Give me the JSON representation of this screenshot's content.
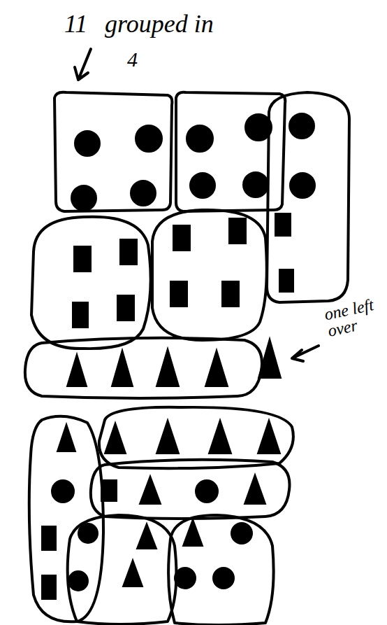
{
  "diagram": {
    "labels": [
      "11",
      "grouped in",
      "4",
      "one left over"
    ]
  }
}
